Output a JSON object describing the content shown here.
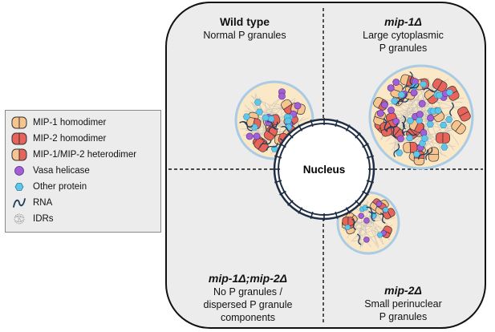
{
  "legend": {
    "items": [
      {
        "icon": "mip1-homodimer-icon",
        "label": "MIP-1 homodimer"
      },
      {
        "icon": "mip2-homodimer-icon",
        "label": "MIP-2 homodimer"
      },
      {
        "icon": "heterodimer-icon",
        "label": "MIP-1/MIP-2 heterodimer"
      },
      {
        "icon": "vasa-helicase-icon",
        "label": "Vasa helicase"
      },
      {
        "icon": "other-protein-icon",
        "label": "Other protein"
      },
      {
        "icon": "rna-icon",
        "label": "RNA"
      },
      {
        "icon": "idrs-icon",
        "label": "IDRs"
      }
    ]
  },
  "quadrants": {
    "wild_type": {
      "title": "Wild type",
      "line1": "Normal P granules"
    },
    "mip1": {
      "title": "mip-1Δ",
      "line1": "Large cytoplasmic",
      "line2": "P granules"
    },
    "double": {
      "title": "mip-1Δ;mip-2Δ",
      "line1": "No P granules /",
      "line2": "dispersed P granule",
      "line3": "components"
    },
    "mip2": {
      "title": "mip-2Δ",
      "line1": "Small perinuclear",
      "line2": "P granules"
    }
  },
  "nucleus": {
    "label": "Nucleus"
  },
  "colors": {
    "mip1": "#f5c48f",
    "mip2": "#e8635a",
    "vasa": "#a35fd6",
    "other_protein": "#5fc6ea",
    "rna": "#1f3a5a",
    "granule_fill": "#fbe8c6",
    "granule_ring": "#a9cbe6"
  }
}
